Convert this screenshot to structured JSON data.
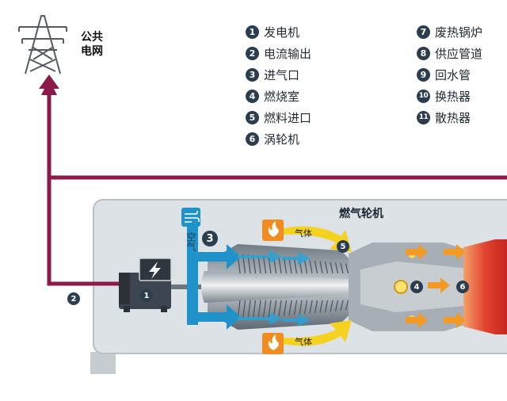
{
  "legend_left": [
    {
      "num": "1",
      "label": "发电机"
    },
    {
      "num": "2",
      "label": "电流输出"
    },
    {
      "num": "3",
      "label": "进气口"
    },
    {
      "num": "4",
      "label": "燃烧室"
    },
    {
      "num": "5",
      "label": "燃料进口"
    },
    {
      "num": "6",
      "label": "涡轮机"
    }
  ],
  "legend_right": [
    {
      "num": "7",
      "label": "废热锅炉"
    },
    {
      "num": "8",
      "label": "供应管道"
    },
    {
      "num": "9",
      "label": "回水管"
    },
    {
      "num": "10",
      "label": "换热器"
    },
    {
      "num": "11",
      "label": "散热器"
    }
  ],
  "grid": {
    "line1": "公共",
    "line2": "电网",
    "icon": "power-tower-icon"
  },
  "turbine": {
    "title": "燃气轮机"
  },
  "air_label": "空气",
  "gas_top": "气体",
  "gas_bottom": "气体",
  "markers": {
    "generator": "1",
    "output": "2",
    "intake": "3",
    "combustor": "4",
    "fuel": "5",
    "turbine": "6"
  },
  "icons": {
    "intake": "wind-icon",
    "fuel": "flame-icon",
    "generator": "lightning-icon"
  },
  "colors": {
    "power_line": "#8b1a4a",
    "air": "#1f93c9",
    "gas": "#f4d21f",
    "fuel_box": "#f28c1e",
    "housing": "#dde2e6",
    "exhaust": "#d92f2a"
  }
}
